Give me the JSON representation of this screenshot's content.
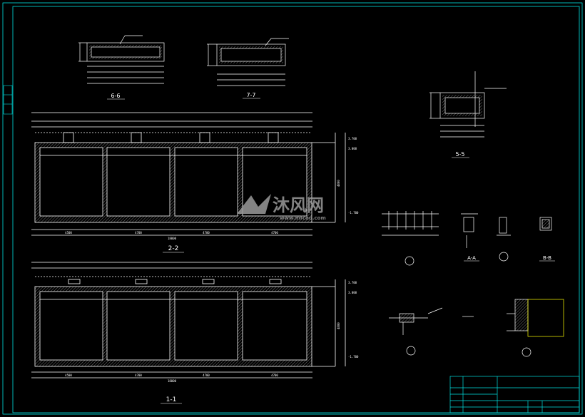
{
  "drawing": {
    "sections": {
      "s66": "6-6",
      "s77": "7-7",
      "s55": "5-5",
      "s22": "2-2",
      "s11": "1-1",
      "aa": "A-A",
      "bb": "B-B"
    },
    "elevations": {
      "top": "3.700",
      "mid": "3.000",
      "bottom": "-1.700"
    },
    "spans": [
      "4500",
      "4700",
      "4700",
      "4700"
    ],
    "total_length": "18000",
    "height_dim": "4800",
    "watermark": {
      "cn": "沐风网",
      "url": "www.mfcad.com"
    },
    "colors": {
      "background": "#000000",
      "lines": "#ffffff",
      "frame": "#00e0e0",
      "hatch": "#c8c8c8",
      "accent": "#ffff00"
    }
  }
}
